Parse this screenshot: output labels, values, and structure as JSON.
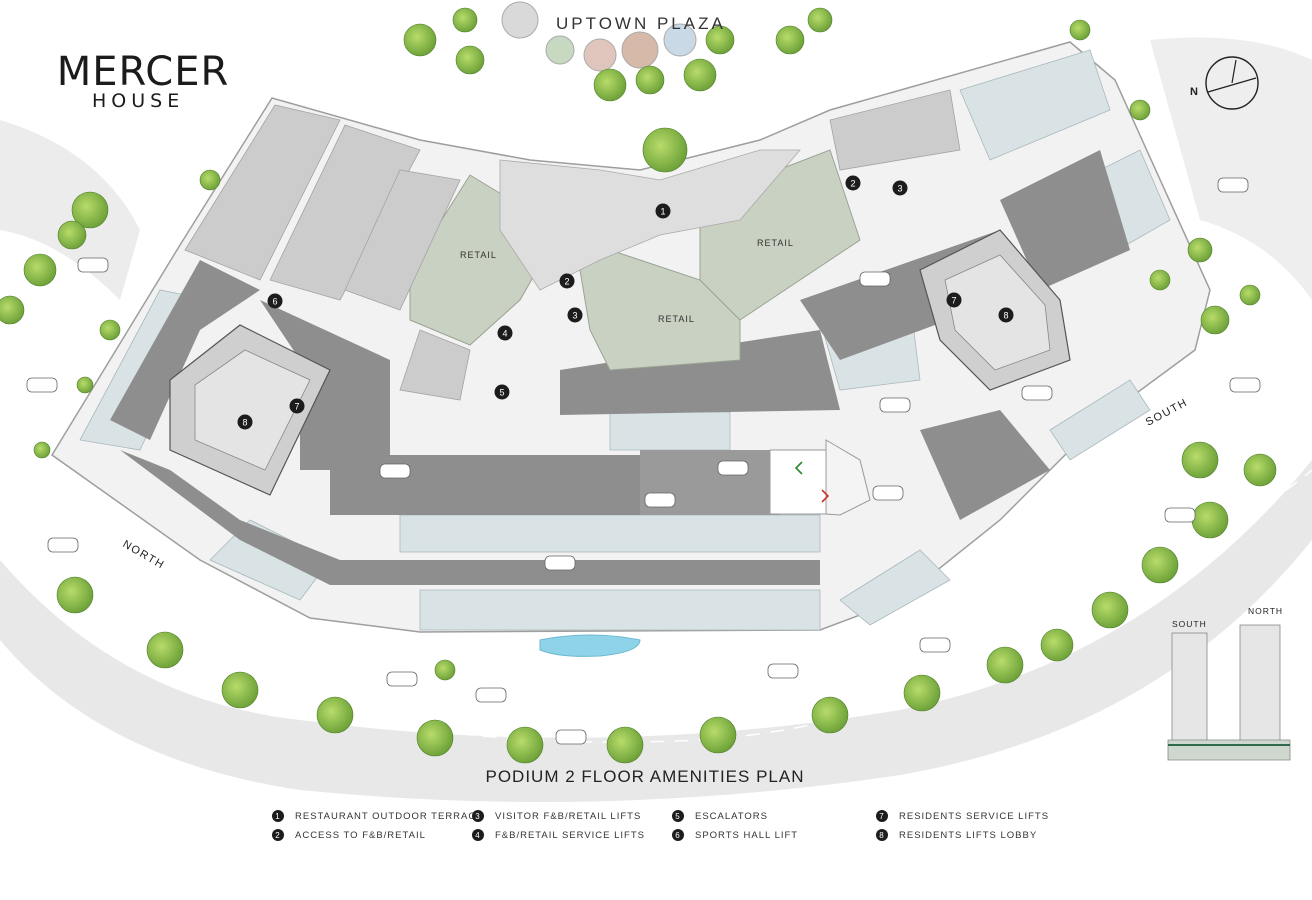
{
  "logo": {
    "line1": "MERCER",
    "line2": "HOUSE"
  },
  "top_label": "UPTOWN PLAZA",
  "compass": {
    "letter": "N"
  },
  "street_labels": {
    "north": "NORTH",
    "south": "SOUTH"
  },
  "zones": {
    "retail_1": "RETAIL",
    "retail_2": "RETAIL",
    "retail_3": "RETAIL"
  },
  "markers": [
    "1",
    "2",
    "2",
    "3",
    "3",
    "4",
    "5",
    "6",
    "7",
    "7",
    "8",
    "8"
  ],
  "plan_title": "PODIUM 2 FLOOR AMENITIES PLAN",
  "legend": [
    {
      "num": "1",
      "label": "RESTAURANT OUTDOOR TERRACE"
    },
    {
      "num": "2",
      "label": "ACCESS TO F&B/RETAIL"
    },
    {
      "num": "3",
      "label": "VISITOR F&B/RETAIL LIFTS"
    },
    {
      "num": "4",
      "label": "F&B/RETAIL SERVICE LIFTS"
    },
    {
      "num": "5",
      "label": "ESCALATORS"
    },
    {
      "num": "6",
      "label": "SPORTS HALL LIFT"
    },
    {
      "num": "7",
      "label": "RESIDENTS SERVICE LIFTS"
    },
    {
      "num": "8",
      "label": "RESIDENTS LIFTS LOBBY"
    }
  ],
  "elevation": {
    "south": "SOUTH",
    "north": "NORTH"
  },
  "colors": {
    "road": "#e6e6e6",
    "driveway": "#8c8c8c",
    "parking": "#d9e3e5",
    "retail": "#c9d1c2",
    "core": "#bdbdbd",
    "tree": "#8fbf4a",
    "water": "#8fd3e8",
    "marker": "#1c1c1c"
  }
}
